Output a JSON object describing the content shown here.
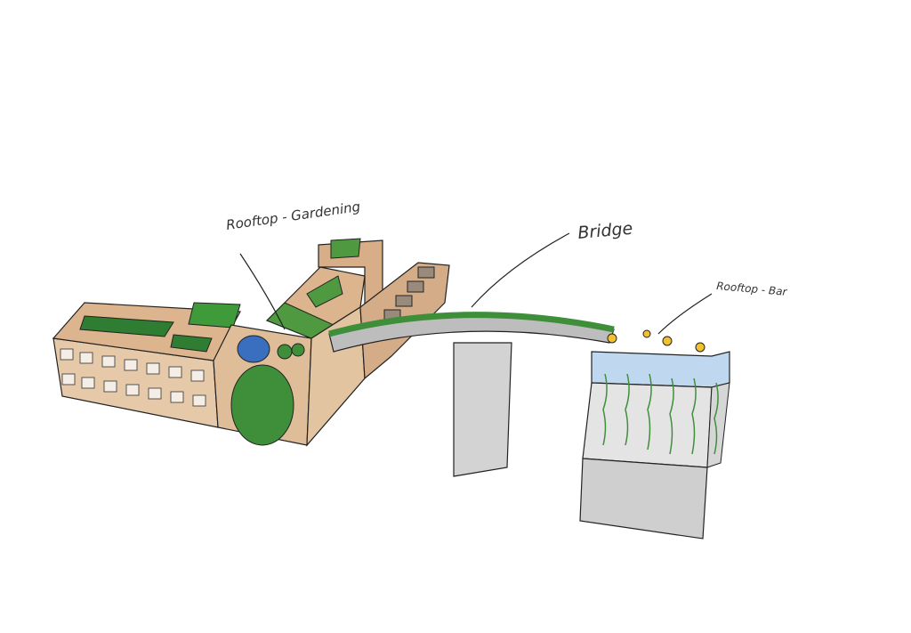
{
  "labels": {
    "gardening": "Rooftop - Gardening",
    "bridge": "Bridge",
    "bar": "Rooftop - Bar"
  },
  "colors": {
    "building": "#d9b48f",
    "green": "#3f8f3a",
    "concrete": "#cfcfcf",
    "water": "#3a6fc0"
  }
}
